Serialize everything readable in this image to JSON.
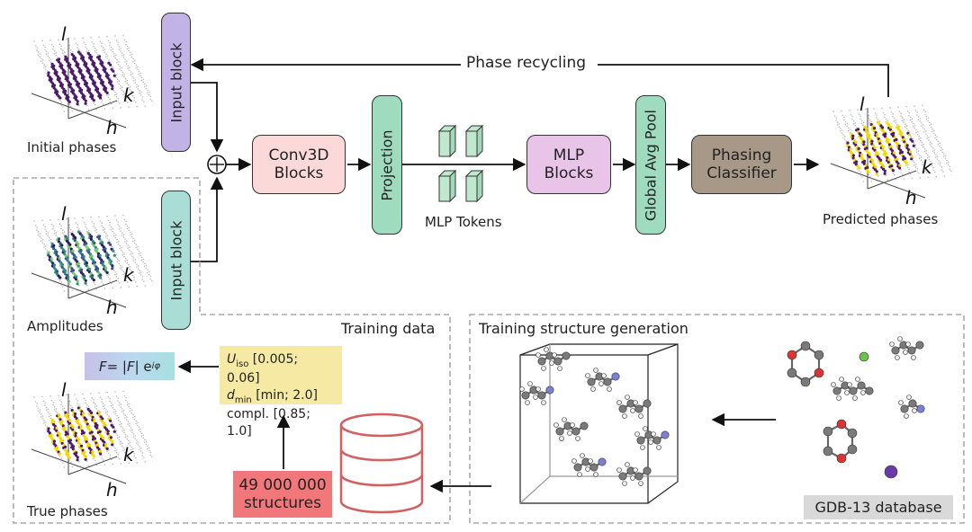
{
  "phase_recycling": "Phase recycling",
  "input_block_top": "Input block",
  "input_block_bottom": "Input block",
  "conv3d": [
    "Conv3D",
    "Blocks"
  ],
  "projection": "Projection",
  "mlp_tokens": "MLP Tokens",
  "mlp_blocks": [
    "MLP",
    "Blocks"
  ],
  "global_avg_pool": "Global Avg Pool",
  "phasing_classifier": [
    "Phasing",
    "Classifier"
  ],
  "initial_phases": "Initial phases",
  "amplitudes": "Amplitudes",
  "predicted_phases": "Predicted phases",
  "true_phases": "True phases",
  "training_data": "Training data",
  "training_structure_generation": "Training structure generation",
  "params": {
    "u_iso_symbol": "U",
    "u_iso_sub": "iso",
    "u_iso_range": " [0.005; 0.06]",
    "d_min_symbol": "d",
    "d_min_sub": "min",
    "d_min_range": " [min; 2.0]",
    "compl": "compl. [0.85; 1.0]"
  },
  "formula": {
    "lhs": "F",
    "eq": " = |",
    "mid": "F",
    "rhs": "| e",
    "exp": "iφ"
  },
  "structures": [
    "49 000 000",
    "structures"
  ],
  "gdb": "GDB-13 database",
  "axes": {
    "l": "l",
    "k": "k",
    "h": "h"
  },
  "colors": {
    "input_block": "#c2b3e6",
    "input_block_bottom": "#a9ddd6",
    "conv3d": "#fbd9d9",
    "projection": "#9fdcbf",
    "mlp_blocks": "#e8c4e8",
    "global_avg_pool": "#9fdcbf",
    "phasing_classifier": "#a89888",
    "initial_phase_dots": "#4a1a6b",
    "predicted_yellow": "#f5d800",
    "amplitude_mix": "#2e8b88"
  }
}
